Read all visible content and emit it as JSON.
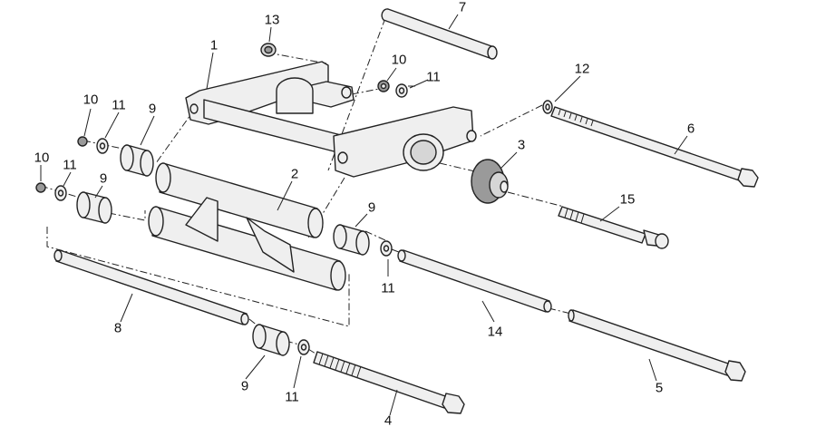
{
  "callouts": [
    {
      "id": "c1",
      "text": "1"
    },
    {
      "id": "c2",
      "text": "2"
    },
    {
      "id": "c3",
      "text": "3"
    },
    {
      "id": "c4",
      "text": "4"
    },
    {
      "id": "c5",
      "text": "5"
    },
    {
      "id": "c6",
      "text": "6"
    },
    {
      "id": "c7",
      "text": "7"
    },
    {
      "id": "c8",
      "text": "8"
    },
    {
      "id": "c9a",
      "text": "9"
    },
    {
      "id": "c9b",
      "text": "9"
    },
    {
      "id": "c9c",
      "text": "9"
    },
    {
      "id": "c9d",
      "text": "9"
    },
    {
      "id": "c10a",
      "text": "10"
    },
    {
      "id": "c10b",
      "text": "10"
    },
    {
      "id": "c10c",
      "text": "10"
    },
    {
      "id": "c11a",
      "text": "11"
    },
    {
      "id": "c11b",
      "text": "11"
    },
    {
      "id": "c11c",
      "text": "11"
    },
    {
      "id": "c11d",
      "text": "11"
    },
    {
      "id": "c11e",
      "text": "11"
    },
    {
      "id": "c12",
      "text": "12"
    },
    {
      "id": "c13",
      "text": "13"
    },
    {
      "id": "c14",
      "text": "14"
    },
    {
      "id": "c15",
      "text": "15"
    }
  ]
}
